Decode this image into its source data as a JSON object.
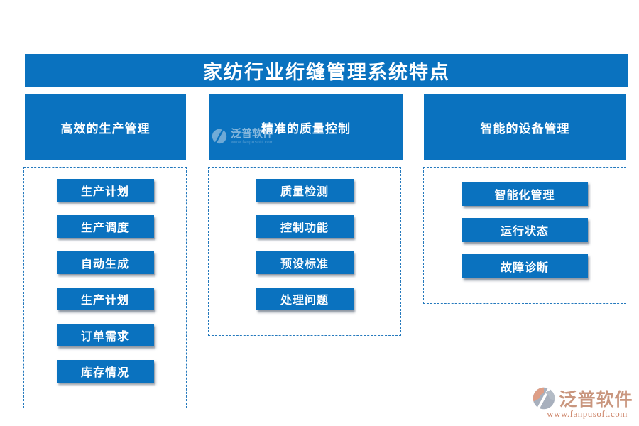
{
  "title": "家纺行业绗缝管理系统特点",
  "columns": [
    {
      "header": "高效的生产管理",
      "items": [
        "生产计划",
        "生产调度",
        "自动生成",
        "生产计划",
        "订单需求",
        "库存情况"
      ]
    },
    {
      "header": "精准的质量控制",
      "items": [
        "质量检测",
        "控制功能",
        "预设标准",
        "处理问题"
      ]
    },
    {
      "header": "智能的设备管理",
      "items": [
        "智能化管理",
        "运行状态",
        "故障诊断"
      ]
    }
  ],
  "watermarks": {
    "brand": "泛普软件",
    "url": "www.fanpusoft.com"
  },
  "colors": {
    "primary_blue": "#0a72bf",
    "dashed_border": "#2479bd",
    "brand_text": "#c08468",
    "url_text": "#c97a5c",
    "logo_salmon": "#d98e72",
    "logo_gray": "#99a3b2"
  }
}
